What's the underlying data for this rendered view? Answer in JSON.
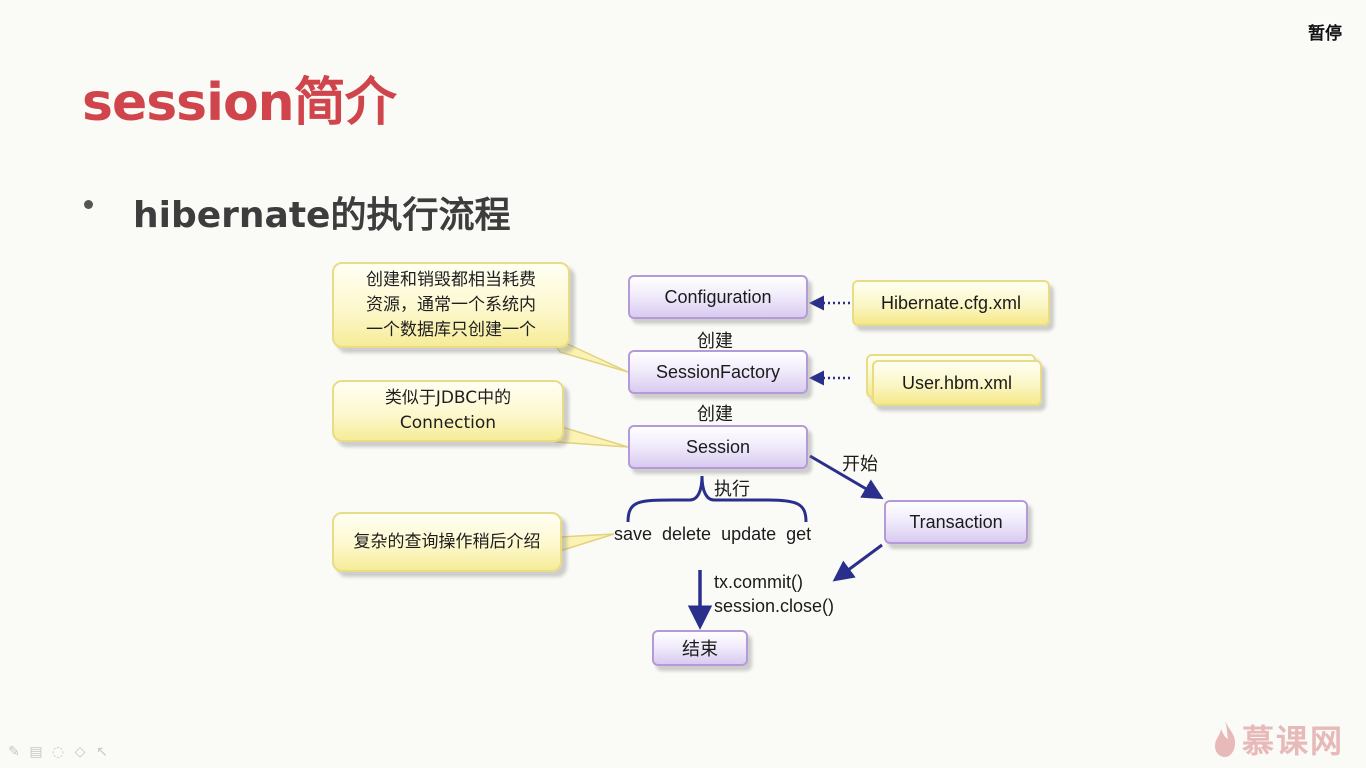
{
  "overlay": {
    "pause_label": "暂停"
  },
  "slide": {
    "title": "session简介",
    "bullet": "hibernate的执行流程"
  },
  "diagram": {
    "nodes": {
      "configuration": "Configuration",
      "session_factory": "SessionFactory",
      "session": "Session",
      "transaction": "Transaction",
      "end": "结束",
      "hibernate_cfg": "Hibernate.cfg.xml",
      "user_hbm": "User.hbm.xml"
    },
    "labels": {
      "create_1": "创建",
      "create_2": "创建",
      "start": "开始",
      "execute": "执行",
      "operations": "save  delete  update  get",
      "commit_line_1": "tx.commit()",
      "commit_line_2": "session.close()"
    },
    "callouts": {
      "session_factory_note": [
        "创建和销毁都相当耗费",
        "资源，通常一个系统内",
        "一个数据库只创建一个"
      ],
      "session_note": [
        "类似于JDBC中的",
        "Connection"
      ],
      "query_note": "复杂的查询操作稍后介绍"
    }
  },
  "branding": {
    "watermark": "慕课网"
  },
  "colors": {
    "title": "#d0444c",
    "arrow": "#2b2f8c",
    "node_border": "#b49ad8",
    "callout_fill": "#fdf8cd"
  }
}
